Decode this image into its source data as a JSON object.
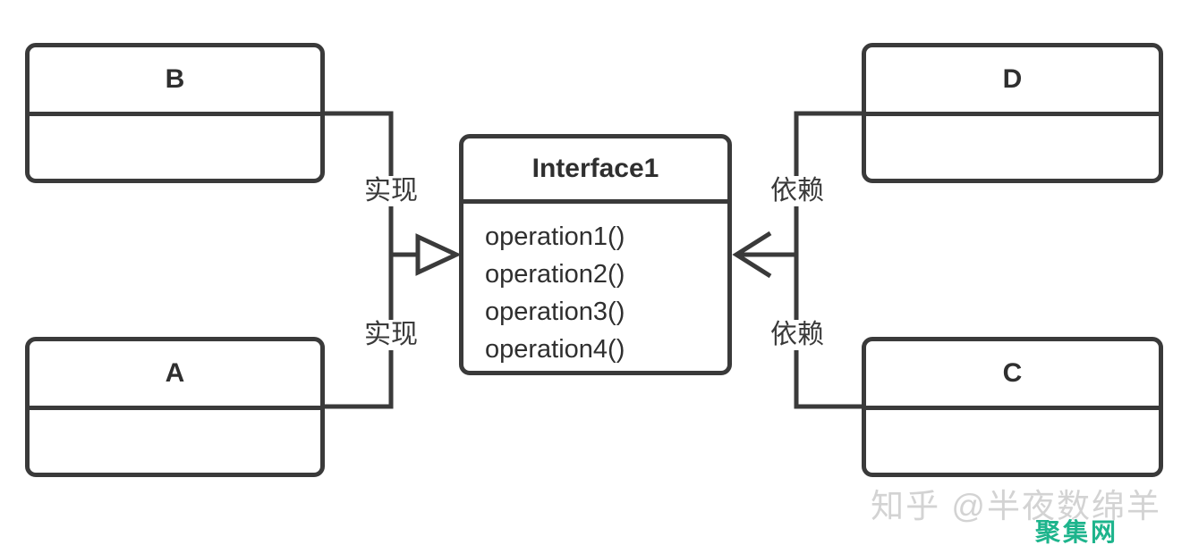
{
  "diagram": {
    "interface_box": {
      "title": "Interface1",
      "operations": [
        "operation1()",
        "operation2()",
        "operation3()",
        "operation4()"
      ]
    },
    "class_boxes": {
      "b": {
        "title": "B"
      },
      "a": {
        "title": "A"
      },
      "d": {
        "title": "D"
      },
      "c": {
        "title": "C"
      }
    },
    "edge_labels": {
      "realize_top": "实现",
      "realize_bottom": "实现",
      "depend_top": "依赖",
      "depend_bottom": "依赖"
    },
    "relationships": [
      {
        "from": "B",
        "to": "Interface1",
        "type": "realization",
        "label": "实现"
      },
      {
        "from": "A",
        "to": "Interface1",
        "type": "realization",
        "label": "实现"
      },
      {
        "from": "D",
        "to": "Interface1",
        "type": "dependency",
        "label": "依赖"
      },
      {
        "from": "C",
        "to": "Interface1",
        "type": "dependency",
        "label": "依赖"
      }
    ],
    "colors": {
      "stroke": "#3a3a3a",
      "background": "#ffffff",
      "watermark_gray": "#d3d3d3",
      "logo_green": "#1db48c"
    }
  },
  "watermark": {
    "author": "知乎 @半夜数绵羊",
    "site": "聚集网"
  }
}
